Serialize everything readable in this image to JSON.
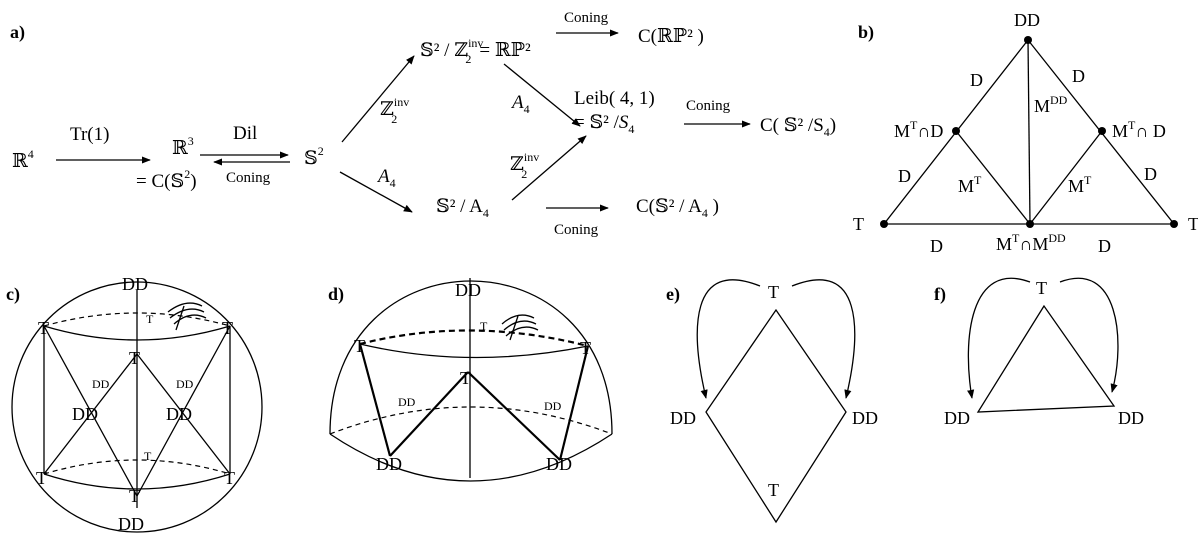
{
  "panels": {
    "a": "a)",
    "b": "b)",
    "c": "c)",
    "d": "d)",
    "e": "e)",
    "f": "f)"
  },
  "panel_a": {
    "r4_base": "ℝ",
    "r4_sup": "4",
    "tr_label": "Tr(1)",
    "r3_base": "ℝ",
    "r3_sup": "3",
    "eq_cone_pre": "= C(𝕊",
    "eq_cone_sup": "2",
    "eq_cone_post": ")",
    "dil_label": "Dil",
    "coning": "Coning",
    "s2_base": "𝕊",
    "s2_sup": "2",
    "z2inv_base": "ℤ",
    "z2inv_sup": "inv",
    "z2inv_sub": "2",
    "a4": "A",
    "a4_sub": "4",
    "s2z2_text": "𝕊² / ℤ",
    "rp2_text": "= ℝℙ²",
    "c_rp2": "C(ℝℙ² )",
    "leib": "Leib( 4, 1)",
    "s2s4_pre": "= 𝕊² /",
    "s4": "S",
    "s4_sub": "4",
    "c_s2s4": "C( 𝕊² /S",
    "c_s2s4_close": ")",
    "s2a4": "𝕊² / A",
    "c_s2a4": "C(𝕊² / A",
    "c_close": " )"
  },
  "panel_b": {
    "dd": "DD",
    "t": "T",
    "d": "D",
    "mt": "M",
    "mt_sup": "T",
    "mdd": "M",
    "mdd_sup": "DD",
    "mt_cap_d": "∩D",
    "cap": "∩",
    "cap_d": "∩ D"
  },
  "panel_c": {
    "dd": "DD",
    "t": "T"
  },
  "panel_d": {
    "dd": "DD",
    "t": "T"
  },
  "panel_e": {
    "dd": "DD",
    "t": "T"
  },
  "panel_f": {
    "dd": "DD",
    "t": "T"
  }
}
